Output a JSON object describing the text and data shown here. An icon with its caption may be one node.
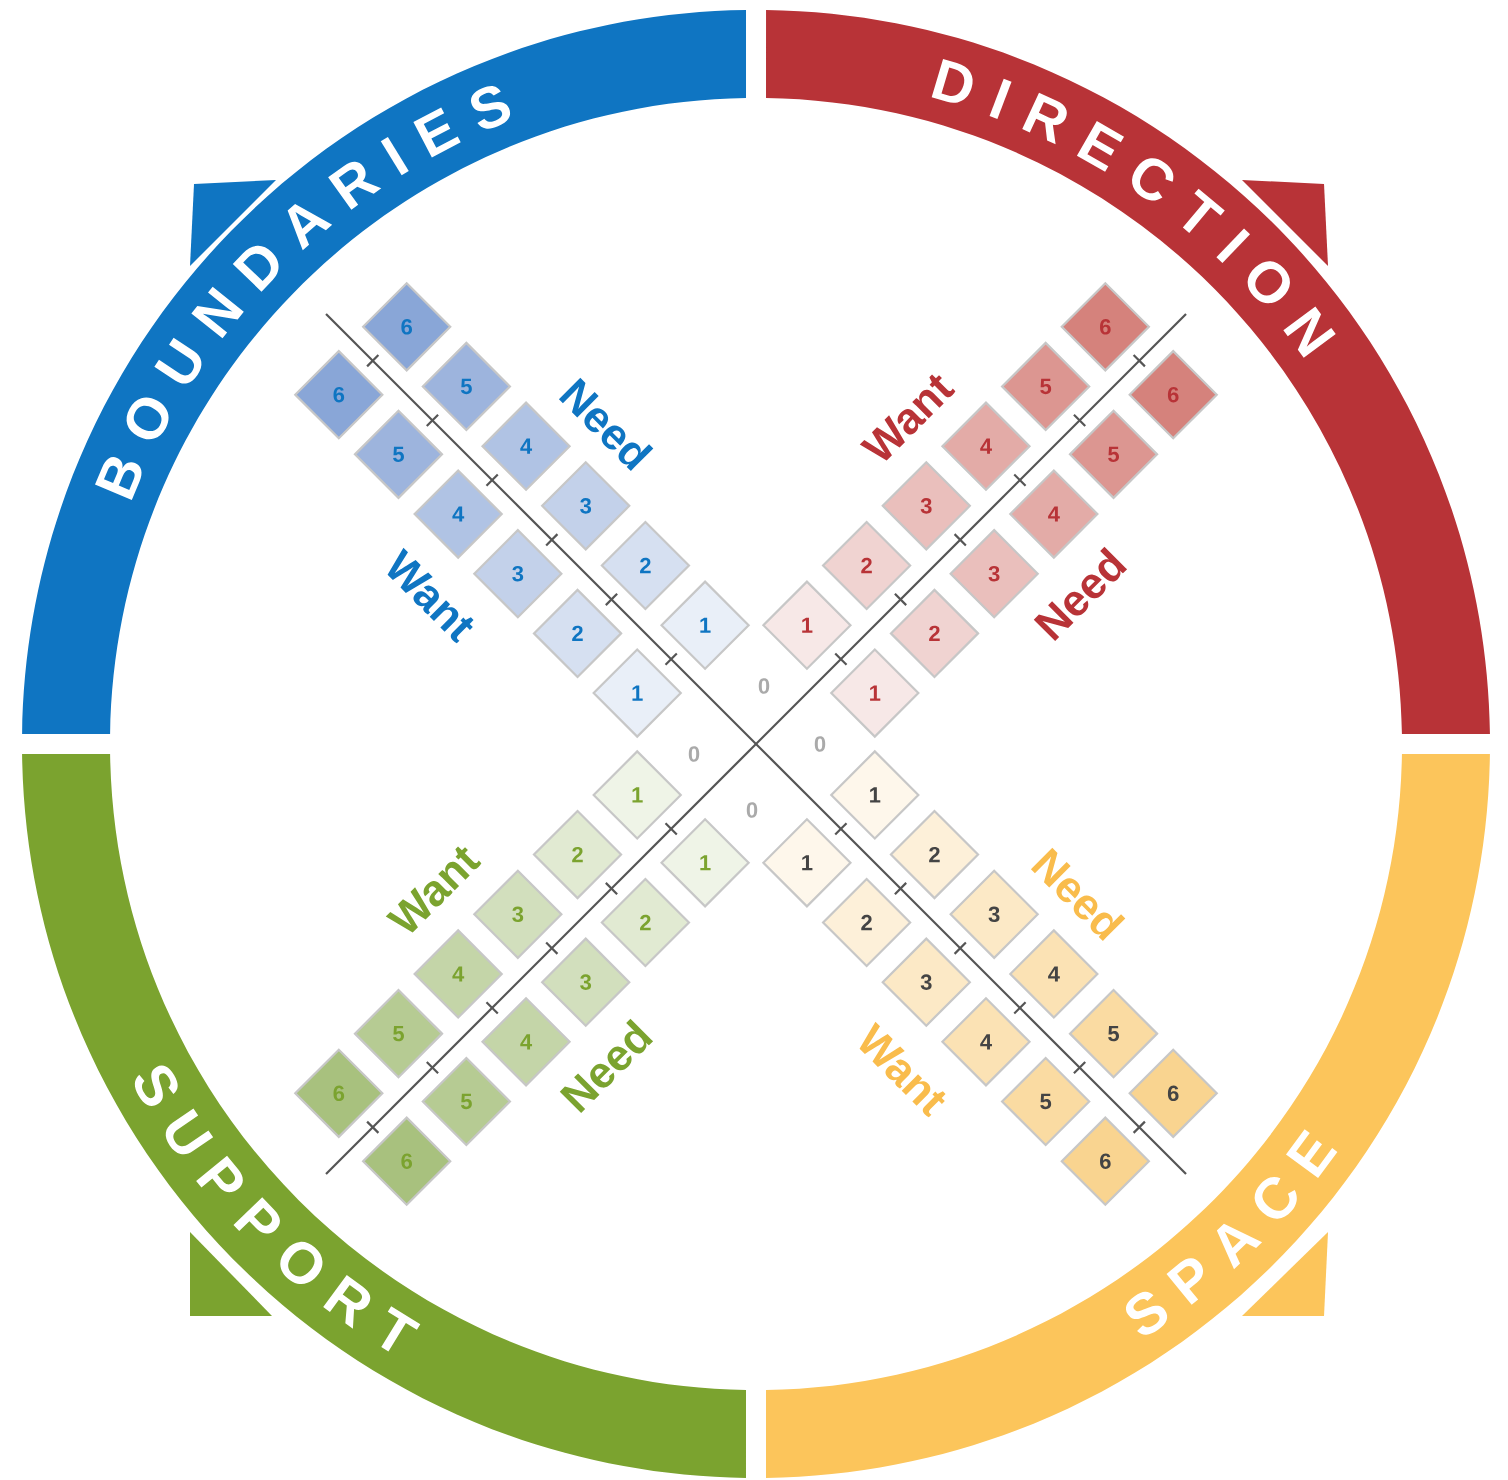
{
  "diagram": {
    "nodes": [
      {
        "text": [
          "BOUNDARIES"
        ]
      },
      {
        "text": [
          "DIRECTION"
        ]
      },
      {
        "text": [
          "SUPPORT"
        ]
      },
      {
        "text": [
          "SPACE"
        ]
      },
      {
        "text": [
          "1"
        ]
      },
      {
        "text": [
          "2"
        ]
      },
      {
        "text": [
          "3"
        ]
      },
      {
        "text": [
          "4"
        ]
      },
      {
        "text": [
          "5"
        ]
      },
      {
        "text": [
          "6"
        ]
      },
      {
        "text": [
          "1"
        ]
      },
      {
        "text": [
          "2"
        ]
      },
      {
        "text": [
          "3"
        ]
      },
      {
        "text": [
          "4"
        ]
      },
      {
        "text": [
          "5"
        ]
      },
      {
        "text": [
          "6"
        ]
      },
      {
        "text": [
          "1"
        ]
      },
      {
        "text": [
          "2"
        ]
      },
      {
        "text": [
          "3"
        ]
      },
      {
        "text": [
          "4"
        ]
      },
      {
        "text": [
          "5"
        ]
      },
      {
        "text": [
          "6"
        ]
      },
      {
        "text": [
          "1"
        ]
      },
      {
        "text": [
          "2"
        ]
      },
      {
        "text": [
          "3"
        ]
      },
      {
        "text": [
          "4"
        ]
      },
      {
        "text": [
          "5"
        ]
      },
      {
        "text": [
          "6"
        ]
      },
      {
        "text": [
          "1"
        ]
      },
      {
        "text": [
          "2"
        ]
      },
      {
        "text": [
          "3"
        ]
      },
      {
        "text": [
          "4"
        ]
      },
      {
        "text": [
          "5"
        ]
      },
      {
        "text": [
          "6"
        ]
      },
      {
        "text": [
          "1"
        ]
      },
      {
        "text": [
          "2"
        ]
      },
      {
        "text": [
          "3"
        ]
      },
      {
        "text": [
          "4"
        ]
      },
      {
        "text": [
          "5"
        ]
      },
      {
        "text": [
          "6"
        ]
      },
      {
        "text": [
          "1"
        ]
      },
      {
        "text": [
          "2"
        ]
      },
      {
        "text": [
          "3"
        ]
      },
      {
        "text": [
          "4"
        ]
      },
      {
        "text": [
          "5"
        ]
      },
      {
        "text": [
          "6"
        ]
      },
      {
        "text": [
          "1"
        ]
      },
      {
        "text": [
          "2"
        ]
      },
      {
        "text": [
          "3"
        ]
      },
      {
        "text": [
          "4"
        ]
      },
      {
        "text": [
          "5"
        ]
      },
      {
        "text": [
          "6"
        ]
      }
    ],
    "labels": [
      "Need",
      "Want",
      "Want",
      "Need",
      "0",
      "0",
      "0",
      "0",
      "Want",
      "Need",
      "Need",
      "Want"
    ]
  }
}
